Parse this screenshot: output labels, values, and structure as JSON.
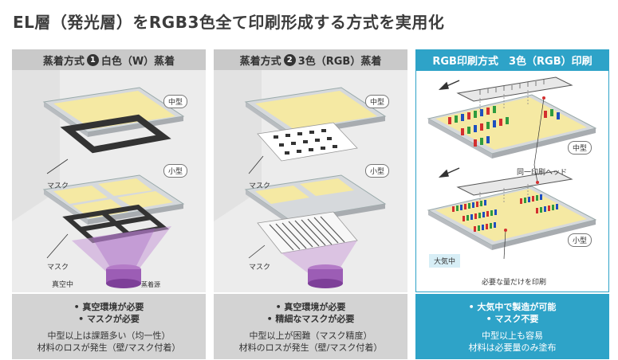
{
  "title": "EL層（発光層）をRGB3色全て印刷形成する方式を実用化",
  "panels": [
    {
      "header_prefix": "蒸着方式",
      "number": "1",
      "header_suffix": "白色（W）蒸着",
      "labels": {
        "medium": "中型",
        "small": "小型",
        "mask_top": "マスク",
        "mask_bottom": "マスク",
        "vacuum": "真空中",
        "source": "蒸着源"
      },
      "bullets": [
        "• 真空環境が必要",
        "• マスクが必要"
      ],
      "notes": [
        "中型以上は課題多い（均一性）",
        "材料のロスが発生（壁/マスク付着）"
      ]
    },
    {
      "header_prefix": "蒸着方式",
      "number": "2",
      "header_suffix": "3色（RGB）蒸着",
      "labels": {
        "medium": "中型",
        "small": "小型",
        "mask_top": "マスク",
        "mask_bottom": "マスク"
      },
      "bullets": [
        "• 真空環境が必要",
        "• 精細なマスクが必要"
      ],
      "notes": [
        "中型以上が困難（マスク精度）",
        "材料のロスが発生（壁/マスク付着）"
      ]
    },
    {
      "header": "RGB印刷方式　3色（RGB）印刷",
      "labels": {
        "medium": "中型",
        "small": "小型",
        "head": "同一印刷ヘッド",
        "air": "大気中",
        "needed": "必要な量だけを印刷"
      },
      "bullets": [
        "• 大気中で製造が可能",
        "• マスク不要"
      ],
      "notes": [
        "中型以上も容易",
        "材料は必要量のみ塗布"
      ]
    }
  ],
  "colors": {
    "accent": "#2ea3c8",
    "gray_header": "#c9c9c9",
    "panel_bg": "#eeeeee",
    "red": "#d32f2f",
    "green": "#2e9b3e",
    "blue": "#1e4fbf",
    "glass": "#f3e58a",
    "vapor": "#a15cc0"
  }
}
